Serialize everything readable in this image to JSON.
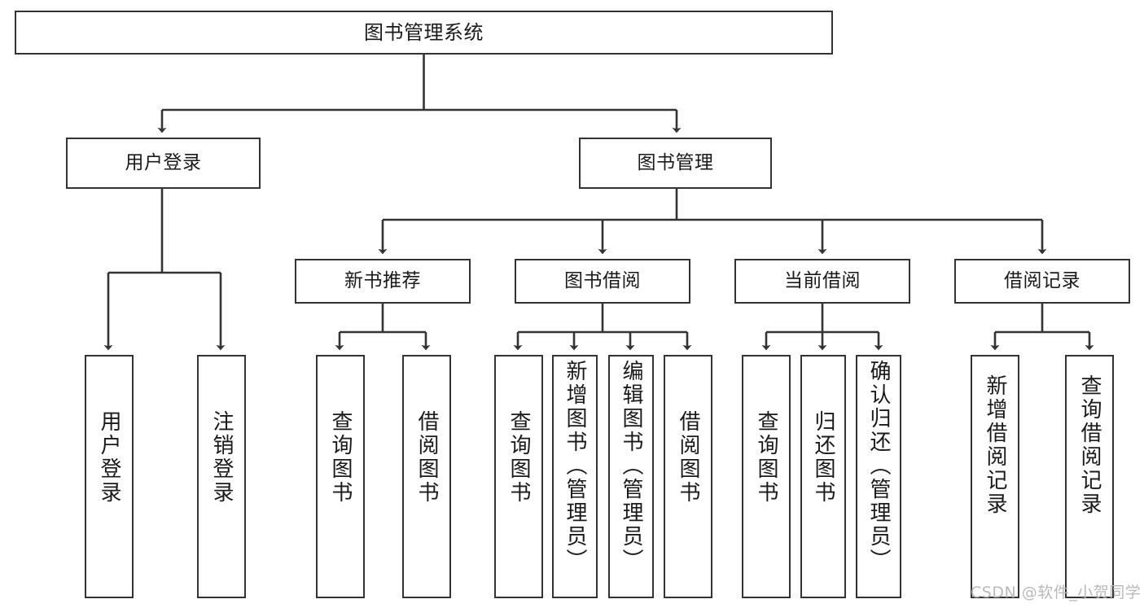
{
  "diagram": {
    "title": "图书管理系统",
    "type": "tree",
    "watermark": "CSDN @软件_小贺同学",
    "colors": {
      "box_border": "#333333",
      "box_fill": "#ffffff",
      "edge": "#333333",
      "text": "#1a1a1a",
      "watermark": "#b9b9b9"
    },
    "nodes": {
      "root": {
        "label": "图书管理系统"
      },
      "level2": [
        {
          "label": "用户登录"
        },
        {
          "label": "图书管理"
        }
      ],
      "level3": [
        {
          "label": "新书推荐"
        },
        {
          "label": "图书借阅"
        },
        {
          "label": "当前借阅"
        },
        {
          "label": "借阅记录"
        }
      ],
      "leaves": {
        "user_login": [
          {
            "label": "用户登录"
          },
          {
            "label": "注销登录"
          }
        ],
        "new_book": [
          {
            "label": "查询图书"
          },
          {
            "label": "借阅图书"
          }
        ],
        "book_borrow": [
          {
            "label": "查询图书"
          },
          {
            "label": "新增图书（管理员）"
          },
          {
            "label": "编辑图书（管理员）"
          },
          {
            "label": "借阅图书"
          }
        ],
        "current_borrow": [
          {
            "label": "查询图书"
          },
          {
            "label": "归还图书"
          },
          {
            "label": "确认归还（管理员）"
          }
        ],
        "borrow_record": [
          {
            "label": "新增借阅记录"
          },
          {
            "label": "查询借阅记录"
          }
        ]
      }
    }
  }
}
